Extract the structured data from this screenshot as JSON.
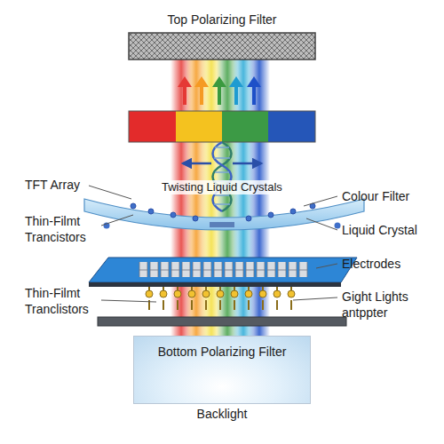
{
  "diagram": {
    "nodes": [
      {
        "text": [
          "Bottom Polarizing Filter",
          "Backlight"
        ]
      }
    ],
    "labels": [
      "Top Polarizing Filter",
      "TFT Array",
      "Twisting Liquid Crystals",
      "Colour Filter",
      "Thin-Filmt Trancistors",
      "Liquid Crystal",
      "Electrodes",
      "Thin-Filmt Tranclistors",
      "Gight Lights antppter"
    ]
  }
}
